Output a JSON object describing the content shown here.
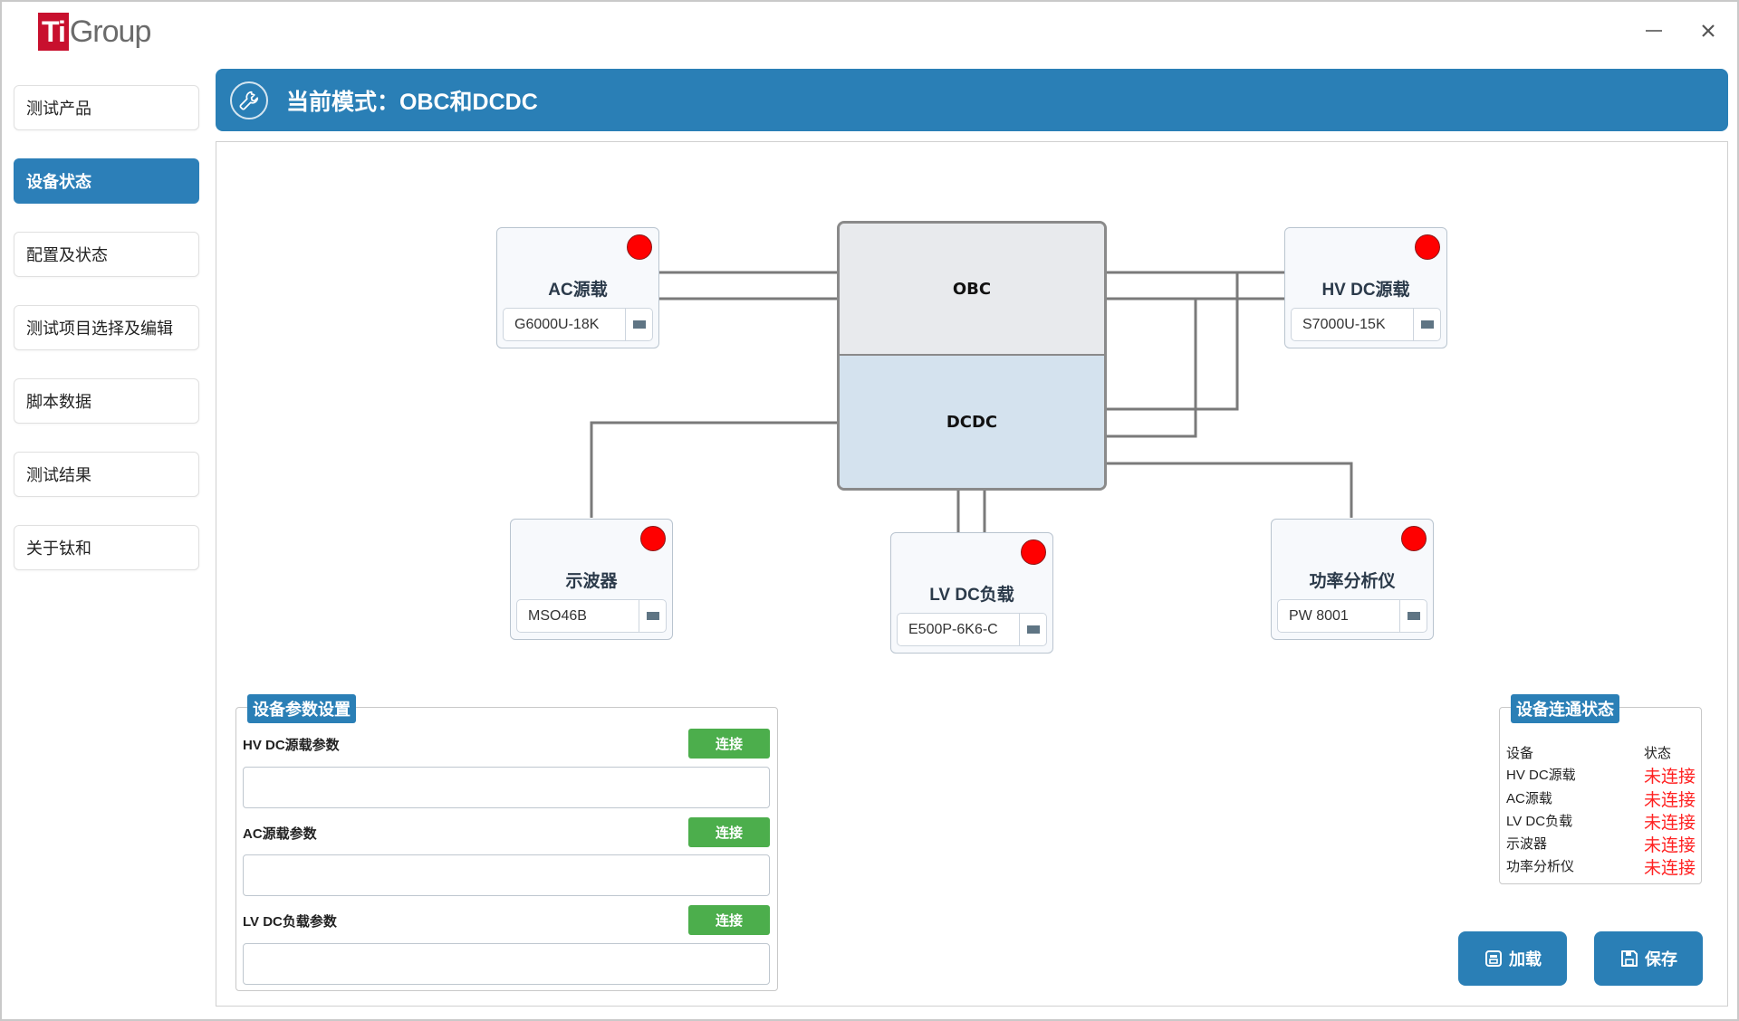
{
  "logo": {
    "ti": "Ti",
    "group": "Group"
  },
  "window": {
    "close": "✕"
  },
  "sidebar": {
    "items": [
      {
        "label": "测试产品"
      },
      {
        "label": "设备状态"
      },
      {
        "label": "配置及状态"
      },
      {
        "label": "测试项目选择及编辑"
      },
      {
        "label": "脚本数据"
      },
      {
        "label": "测试结果"
      },
      {
        "label": "关于钛和"
      }
    ],
    "active_index": 1
  },
  "header": {
    "title": "当前模式：OBC和DCDC",
    "icon": "wrench-icon"
  },
  "diagram": {
    "obc_label": "OBC",
    "dcdc_label": "DCDC",
    "devices": {
      "ac_source": {
        "name": "AC源载",
        "model": "G6000U-18K",
        "status_color": "#ff0000"
      },
      "hv_dc_source": {
        "name": "HV DC源载",
        "model": "S7000U-15K",
        "status_color": "#ff0000"
      },
      "oscilloscope": {
        "name": "示波器",
        "model": "MSO46B",
        "status_color": "#ff0000"
      },
      "lv_dc_load": {
        "name": "LV DC负载",
        "model": "E500P-6K6-C",
        "status_color": "#ff0000"
      },
      "power_analyzer": {
        "name": "功率分析仪",
        "model": "PW 8001",
        "status_color": "#ff0000"
      }
    }
  },
  "params": {
    "title": "设备参数设置",
    "connect_label": "连接",
    "hv_label": "HV DC源载参数",
    "ac_label": "AC源载参数",
    "lv_label": "LV DC负载参数"
  },
  "connection_status": {
    "title": "设备连通状态",
    "header_device": "设备",
    "header_status": "状态",
    "rows": [
      {
        "device": "HV DC源载",
        "status": "未连接"
      },
      {
        "device": "AC源载",
        "status": "未连接"
      },
      {
        "device": "LV DC负载",
        "status": "未连接"
      },
      {
        "device": "示波器",
        "status": "未连接"
      },
      {
        "device": "功率分析仪",
        "status": "未连接"
      }
    ]
  },
  "actions": {
    "load_label": "加载",
    "save_label": "保存"
  },
  "colors": {
    "accent": "#2a7fb6",
    "connect": "#4cae4c",
    "error": "#ff2222"
  }
}
